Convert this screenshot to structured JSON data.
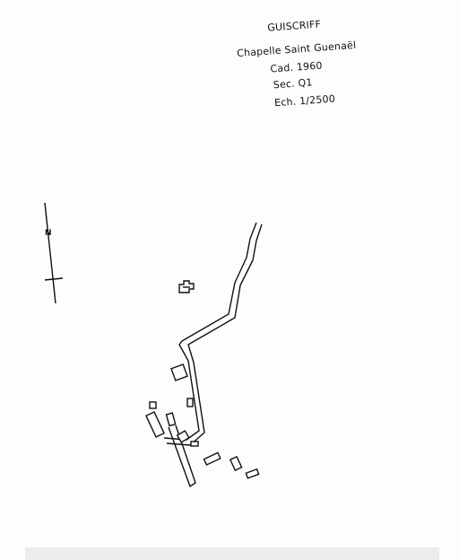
{
  "title_block": {
    "commune": "GUISCRIFF",
    "site": "Chapelle Saint Guenaël",
    "cadastre": "Cad. 1960",
    "section": "Sec. Q1",
    "scale": "Ech. 1/2500"
  },
  "north_arrow": {
    "label": "N"
  },
  "colors": {
    "ink": "#111111",
    "paper": "#fdfdfd"
  }
}
